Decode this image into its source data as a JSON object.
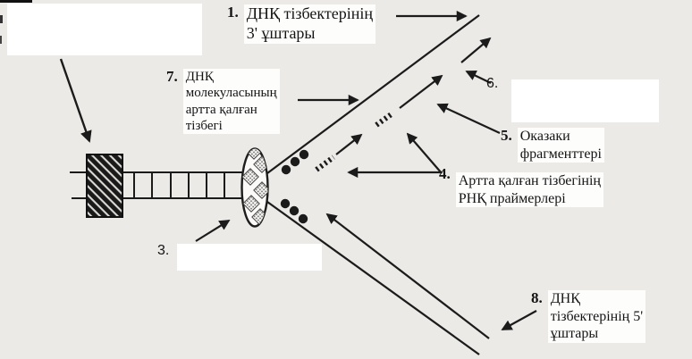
{
  "figure": {
    "description_names": [
      "replication-fork-diagram"
    ],
    "colors": {
      "paper": "#eceae7",
      "ink": "#1b1b1b",
      "blank_box": "#ffffff"
    }
  },
  "labels": {
    "l1": {
      "num": "1.",
      "text": "ДНҚ тізбектерінің\n3' ұштары"
    },
    "l3": {
      "num": "3.",
      "text": ""
    },
    "l4": {
      "num": "4.",
      "text": "Артта қалған тізбегінің\nРНҚ праймерлері"
    },
    "l5": {
      "num": "5.",
      "text": "Оказаки\nфрагменттері"
    },
    "l6": {
      "num": "6.",
      "text": ""
    },
    "l7": {
      "num": "7.",
      "text": "ДНҚ\nмолекуласының\nартта қалған\nтізбегі"
    },
    "l8": {
      "num": "8.",
      "text": "ДНҚ\nтізбектерінің 5'\nұштары"
    }
  }
}
